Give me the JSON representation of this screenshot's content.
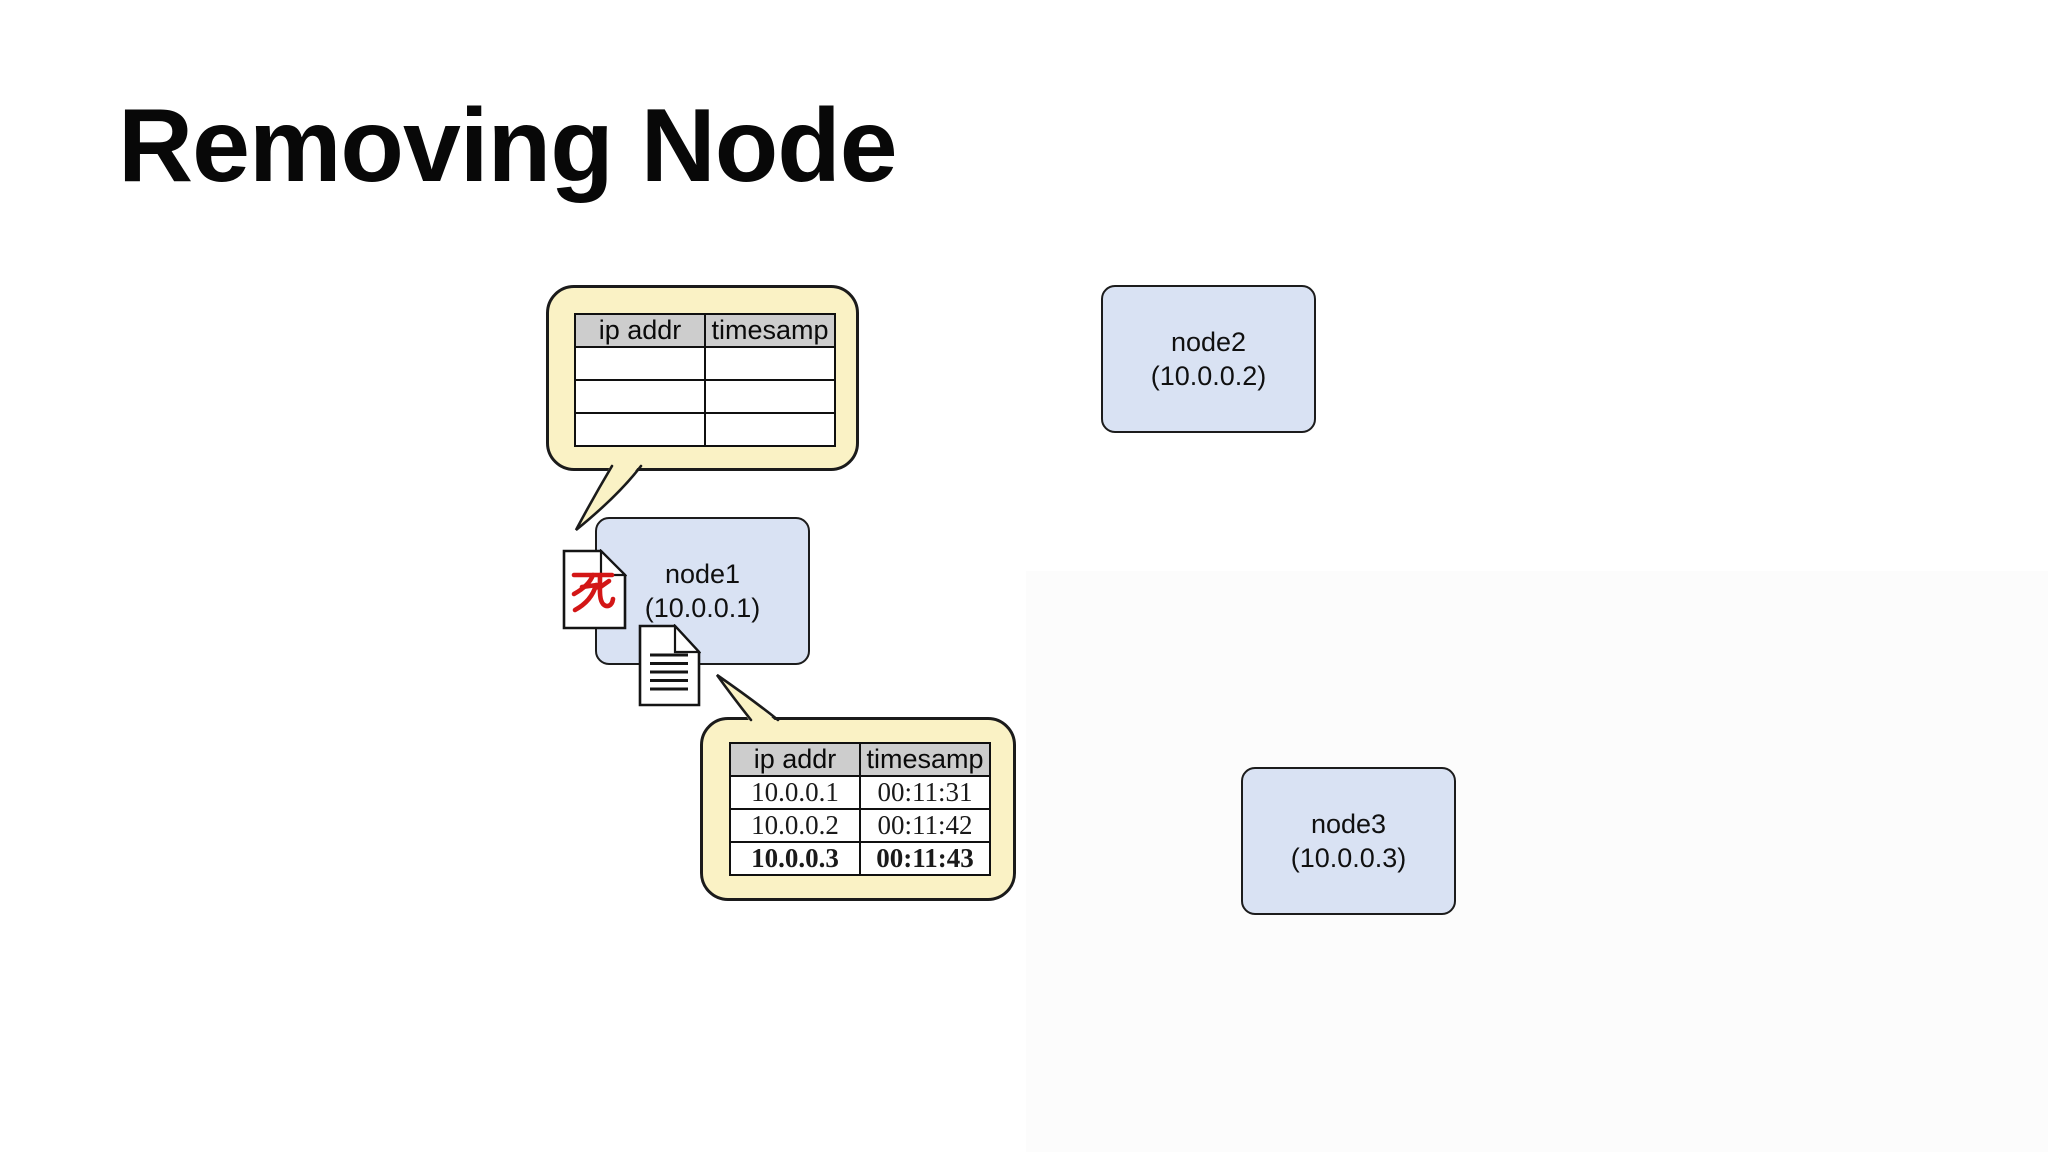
{
  "slide": {
    "title": "Removing Node"
  },
  "colors": {
    "background": "#ffffff",
    "bubble_fill": "#FAF2C5",
    "bubble_border": "#1b1b1b",
    "node_fill": "#D9E2F3",
    "node_border": "#1c1c1c",
    "table_header_bg": "#CDCDCD",
    "table_border": "#101010",
    "death_glyph_red": "#D31616"
  },
  "nodes": [
    {
      "name": "node1",
      "ip": "(10.0.0.1)"
    },
    {
      "name": "node2",
      "ip": "(10.0.0.2)"
    },
    {
      "name": "node3",
      "ip": "(10.0.0.3)"
    }
  ],
  "callout_empty": {
    "headers": [
      "ip addr",
      "timesamp"
    ],
    "rows": [
      [
        "",
        ""
      ],
      [
        "",
        ""
      ],
      [
        "",
        ""
      ]
    ]
  },
  "callout_filled": {
    "headers": [
      "ip addr",
      "timesamp"
    ],
    "rows": [
      [
        "10.0.0.1",
        "00:11:31"
      ],
      [
        "10.0.0.2",
        "00:11:42"
      ],
      [
        "10.0.0.3",
        "00:11:43"
      ]
    ],
    "bold_row_index": 2
  },
  "icons": {
    "dead_document_glyph": "死",
    "dead_document_meaning": "dead-node-marker-document",
    "log_document_meaning": "gossip-table-document"
  }
}
